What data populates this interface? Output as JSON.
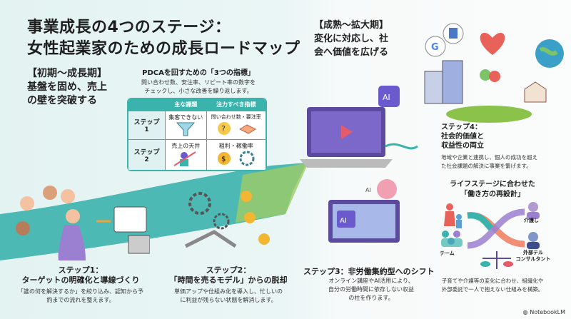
{
  "title": {
    "line1": "事業成長の4つのステージ：",
    "line2": "女性起業家のための成長ロードマップ"
  },
  "early": {
    "period": "【初期〜成長期】",
    "line1": "基盤を固め、売上",
    "line2": "の壁を突破する"
  },
  "pdca": {
    "heading": "PDCAを回すための「3つの指標」",
    "desc1": "問い合わせ数、安注率、リピート率の数字を",
    "desc2": "チェックし、小さな改善を繰り返します。",
    "table": {
      "headers": [
        "",
        "主な課題",
        "注力すべき指標"
      ],
      "rows": [
        {
          "step": "ステップ",
          "num": "1",
          "issue": "集客できない",
          "metric": "問い合わせ数・要注率"
        },
        {
          "step": "ステップ",
          "num": "2",
          "issue": "売上の天井",
          "metric": "粗利・稼働率"
        }
      ]
    }
  },
  "step1": {
    "title1": "ステップ1：",
    "title2": "ターゲットの明確化と導線づくり",
    "desc1": "「誰の何を解決するか」を絞り込み、認知から予",
    "desc2": "約までの流れを整えます。"
  },
  "step2": {
    "title1": "ステップ2：",
    "title2": "「時間を売るモデル」からの脱却",
    "desc1": "単価アップや仕組み化を導入し、忙しいの",
    "desc2": "に利益が残らない状態を解消します。"
  },
  "mature": {
    "period": "【成熟〜拡大期】",
    "line1": "変化に対応し、社",
    "line2": "会へ価値を広げる"
  },
  "step3": {
    "title": "ステップ3：非労働集約型へのシフト",
    "desc1": "オンライン講座やAI活用により、",
    "desc2": "自分の労働時間に依存しない収益",
    "desc3": "の柱を作ります。",
    "ai_label": "AI"
  },
  "step4": {
    "title1": "ステップ4：",
    "title2": "社会的価値と",
    "title3": "収益性の両立",
    "desc1": "地域や企業と連携し、個人の成功を超え",
    "desc2": "た社会課題の解決に事業を繋げます。"
  },
  "life": {
    "heading1": "ライフステージに合わせた",
    "heading2": "「働き方の再設計」",
    "team": "テーム",
    "care": "介護し",
    "consult1": "外部テル",
    "consult2": "コンサルタント",
    "desc1": "子育てや介護等の変化に合わせ、組織化や",
    "desc2": "外部委託で一人で抱えない仕組みを構築。"
  },
  "brand": "NotebookLM",
  "colors": {
    "teal": "#3bb3ad",
    "green": "#9ccc65",
    "coral": "#ee7a5a",
    "purple": "#9b7fd0"
  }
}
